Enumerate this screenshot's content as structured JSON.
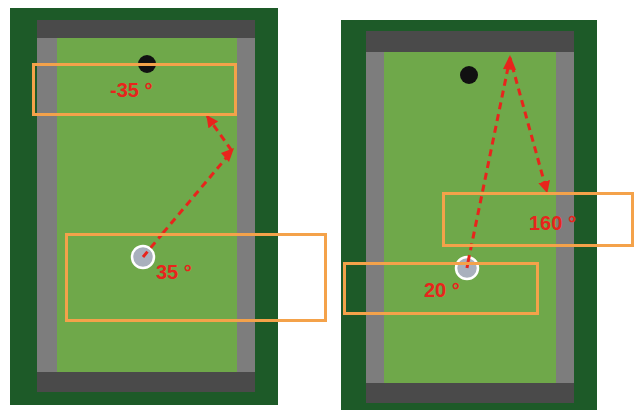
{
  "diagram": {
    "nodes": [
      {
        "text": [
          "-35 °"
        ]
      },
      {
        "text": [
          "35 °"
        ]
      },
      {
        "text": [
          "160 °"
        ]
      },
      {
        "text": [
          "20 °"
        ]
      }
    ],
    "edges": [
      {
        "from": 1,
        "to": 0,
        "arrow": "to"
      },
      {
        "from": 3,
        "to": 2,
        "arrow": "to"
      }
    ]
  }
}
